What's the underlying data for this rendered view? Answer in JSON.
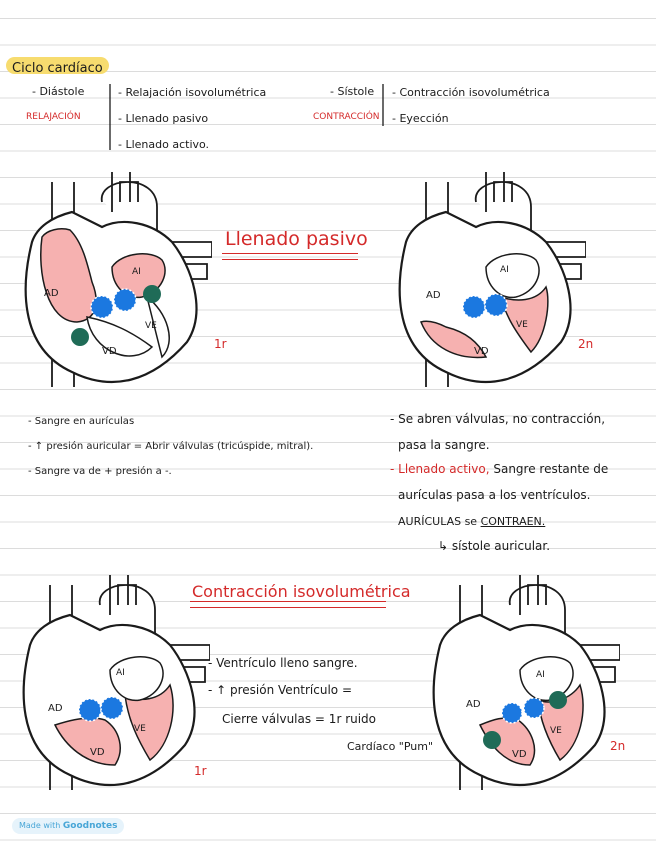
{
  "header": {
    "title": "Ciclo cardíaco"
  },
  "cycle": {
    "diastole": "- Diástole",
    "relajacion": "RELAJACIÓN",
    "d_items": [
      "- Relajación isovolumétrica",
      "- Llenado pasivo",
      "- Llenado activo."
    ],
    "sistole": "- Sístole",
    "contraccion": "CONTRACCIÓN",
    "s_items": [
      "- Contracción isovolumétrica",
      "- Eyección"
    ]
  },
  "section1": {
    "title": "Llenado pasivo",
    "tag1": "1r",
    "tag2": "2n",
    "notes_left": [
      "- Sangre en aurículas",
      "- ↑ presión auricular = Abrir válvulas (tricúspide, mitral).",
      "- Sangre va de + presión a -."
    ],
    "notes_right_1": "- Se abren válvulas, no contracción,",
    "notes_right_2": "pasa la sangre.",
    "active_label": "- Llenado activo,",
    "active_rest": "Sangre restante de",
    "notes_right_3": "aurículas pasa a los ventrículos.",
    "atria_a": "AURÍCULAS se",
    "atria_b": "CONTRAEN.",
    "atrial_systole": "↳ sístole auricular."
  },
  "section2": {
    "title": "Contracción isovolumétrica",
    "notes": [
      "- Ventrículo lleno sangre.",
      "- ↑ presión Ventrículo =",
      "Cierre válvulas = 1r ruido",
      "Cardíaco \"Pum\""
    ],
    "tag1": "1r",
    "tag2": "2n"
  },
  "heart_labels": {
    "ad": "AD",
    "ai": "AI",
    "vd": "VD",
    "vi": "VE"
  },
  "colors": {
    "highlight": "#f7dc6f",
    "accent_red": "#d42a2a",
    "blood_pink": "#f6b1b0",
    "valve_blue": "#1b78e0",
    "valve_green": "#1f6b57"
  },
  "footer": {
    "prefix": "Made with",
    "brand": "Goodnotes"
  }
}
